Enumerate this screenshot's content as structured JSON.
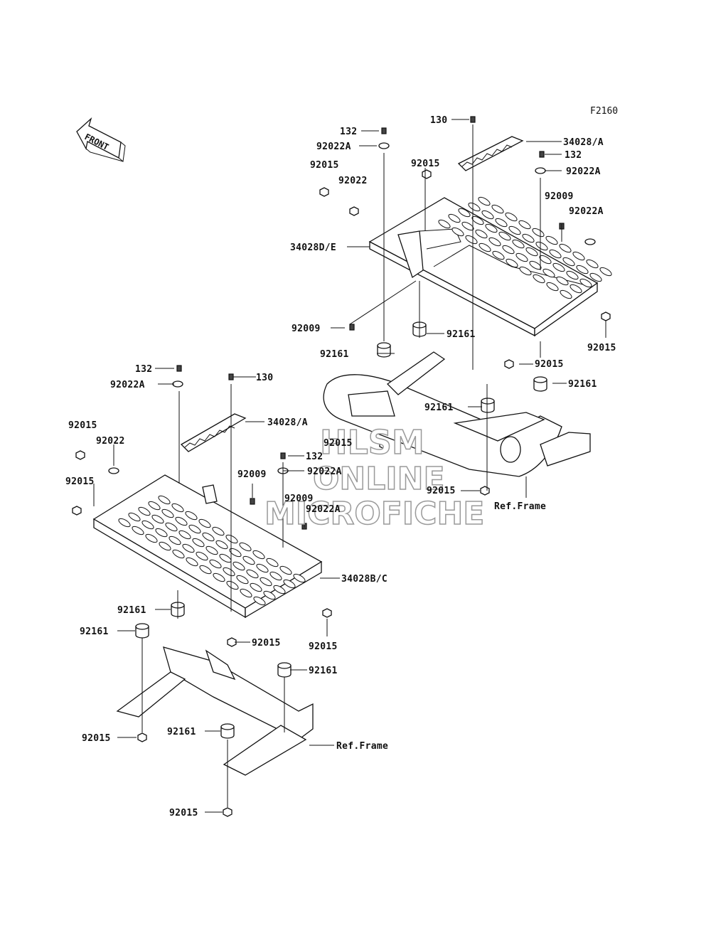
{
  "figure_code": "F2160",
  "front_arrow_label": "FRONT",
  "watermark": [
    "HLSM",
    "ONLINE",
    "MICROFICHE"
  ],
  "callouts": {
    "c01": "132",
    "c02": "130",
    "c03": "34028/A",
    "c04": "92022A",
    "c05": "132",
    "c06": "92015",
    "c07": "92015",
    "c08": "92022A",
    "c09": "92022",
    "c10": "92009",
    "c11": "92022A",
    "c12": "34028D/E",
    "c13": "92009",
    "c14": "92161",
    "c15": "92015",
    "c16": "92161",
    "c17": "92015",
    "c18": "132",
    "c19": "92161",
    "c20": "130",
    "c21": "92022A",
    "c22": "92161",
    "c23": "34028/A",
    "c24": "92015",
    "c25": "92015",
    "c26": "92022",
    "c27": "132",
    "c28": "92022A",
    "c29": "92015",
    "c30": "92009",
    "c31": "Ref.Frame",
    "c32": "92015",
    "c33": "92009",
    "c34": "92022A",
    "c35": "34028B/C",
    "c36": "92161",
    "c37": "92161",
    "c38": "92015",
    "c39": "92015",
    "c40": "92161",
    "c41": "92015",
    "c42": "92161",
    "c43": "Ref.Frame",
    "c44": "92015"
  }
}
